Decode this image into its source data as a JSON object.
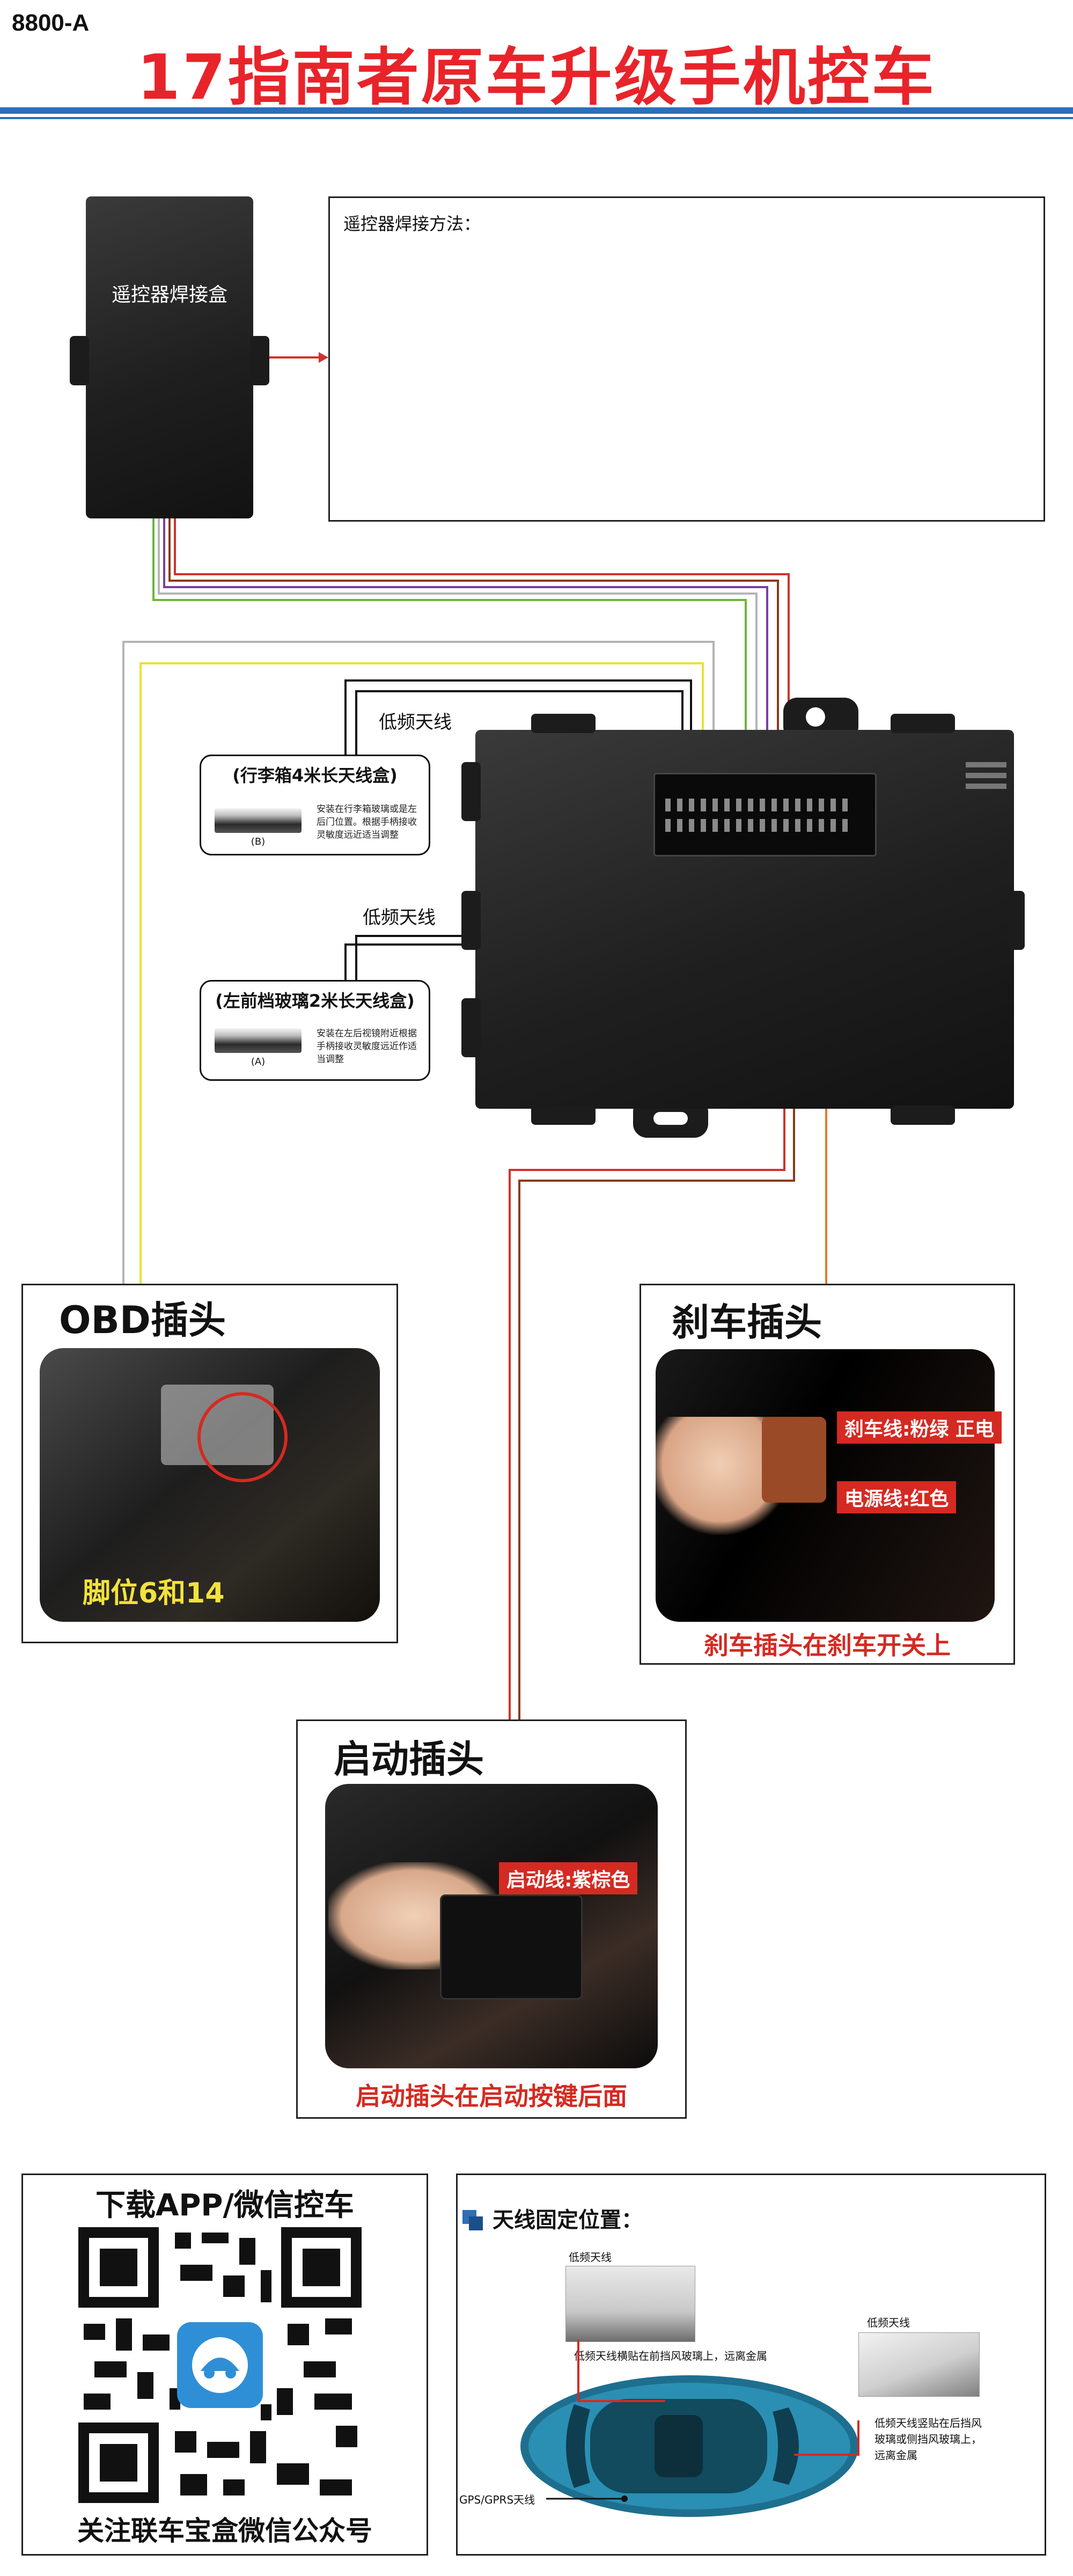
{
  "header": {
    "model": "8800-A",
    "title": "17指南者原车升级手机控车"
  },
  "remote_section": {
    "box_label": "遥控器焊接盒",
    "textbox_title": "遥控器焊接方法："
  },
  "antennas": {
    "lf_label_1": "低频天线",
    "lf_label_2": "低频天线",
    "trunk": {
      "title": "(行李箱4米长天线盒)",
      "desc": "安装在行李箱玻璃或是左后门位置。根据手柄接收灵敏度远近适当调整",
      "tag": "(B)"
    },
    "windshield": {
      "title": "(左前档玻璃2米长天线盒)",
      "desc": "安装在左后视镜附近根据手柄接收灵敏度远近作适当调整",
      "tag": "(A)"
    }
  },
  "obd": {
    "title": "OBD插头",
    "pin_label": "脚位6和14"
  },
  "brake": {
    "title": "刹车插头",
    "brake_wire": "刹车线:粉绿 正电",
    "power_wire": "电源线:红色",
    "caption": "刹车插头在刹车开关上"
  },
  "start": {
    "title": "启动插头",
    "start_wire": "启动线:紫棕色",
    "caption": "启动插头在启动按键后面"
  },
  "qr": {
    "top_text": "下载APP/微信控车",
    "bottom_text": "关注联车宝盒微信公众号"
  },
  "antenna_position": {
    "title": "天线固定位置：",
    "front_label": "低频天线",
    "front_desc": "低频天线横贴在前挡风玻璃上，远离金属",
    "rear_label": "低频天线",
    "rear_desc": "低频天线竖贴在后挡风玻璃或侧挡风玻璃上，远离金属",
    "gps_label": "GPS/GPRS天线"
  },
  "colors": {
    "title_red": "#e8242a",
    "rule_blue": "#2d6fb6",
    "wire_red": "#d0322b",
    "wire_brown": "#8b3a1a",
    "wire_purple": "#7a3fa0",
    "wire_green": "#6fb43c",
    "wire_yellow": "#e8e23a",
    "wire_gray": "#b5b5b5",
    "wire_orange": "#e07a2a"
  }
}
